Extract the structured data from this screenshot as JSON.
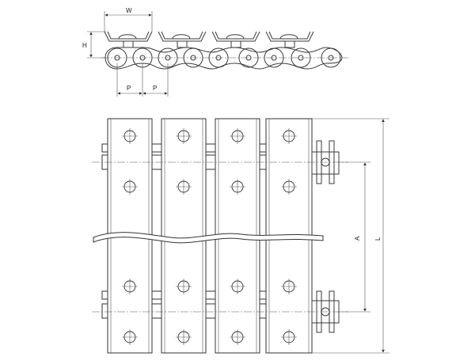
{
  "dimensions": {
    "width_label": "W",
    "height_label": "H",
    "pitch_label_1": "P",
    "pitch_label_2": "P",
    "attachment_spacing_label": "A",
    "slat_length_label": "L"
  },
  "colors": {
    "line": "#333333",
    "background": "#ffffff"
  }
}
